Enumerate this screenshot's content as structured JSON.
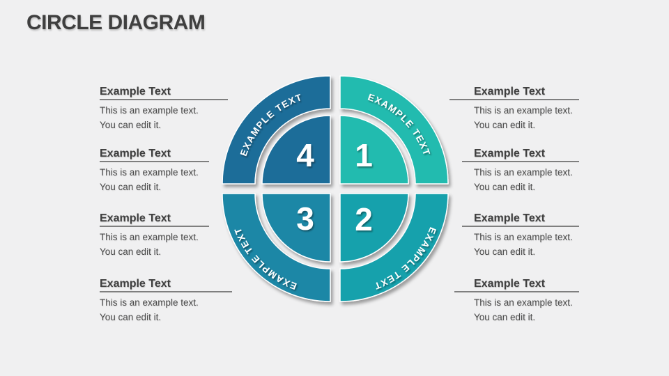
{
  "slide": {
    "title": "CIRCLE DIAGRAM",
    "background_color": "#F0F0F1"
  },
  "diagram": {
    "quadrants": [
      {
        "number": "1",
        "ring_label": "EXAMPLE TEXT",
        "color": "#20BBAF",
        "position": "top-right"
      },
      {
        "number": "2",
        "ring_label": "EXAMPLE TEXT",
        "color": "#18A1AC",
        "position": "bottom-right"
      },
      {
        "number": "3",
        "ring_label": "EXAMPLE TEXT",
        "color": "#1E87A6",
        "position": "bottom-left"
      },
      {
        "number": "4",
        "ring_label": "EXAMPLE TEXT",
        "color": "#1D6D99",
        "position": "top-left"
      }
    ]
  },
  "text_colors": {
    "title": "#3F3F3F",
    "heading": "#3F3F3F",
    "body": "#4A4A4A",
    "underline": "#7F7F7F",
    "diagram_text": "#FFFFFF"
  },
  "left_column": {
    "items": [
      {
        "heading": "Example Text",
        "body_line1": "This is an example text.",
        "body_line2": "You can edit it."
      },
      {
        "heading": "Example Text",
        "body_line1": "This is an example text.",
        "body_line2": "You can edit it."
      },
      {
        "heading": "Example Text",
        "body_line1": "This is an example text.",
        "body_line2": "You can edit it."
      },
      {
        "heading": "Example Text",
        "body_line1": "This is an example text.",
        "body_line2": "You can edit it."
      }
    ]
  },
  "right_column": {
    "items": [
      {
        "heading": "Example Text",
        "body_line1": "This is an example text.",
        "body_line2": "You can edit it."
      },
      {
        "heading": "Example Text",
        "body_line1": "This is an example text.",
        "body_line2": "You can edit it."
      },
      {
        "heading": "Example Text",
        "body_line1": "This is an example text.",
        "body_line2": "You can edit it."
      },
      {
        "heading": "Example Text",
        "body_line1": "This is an example text.",
        "body_line2": "You can edit it."
      }
    ]
  }
}
